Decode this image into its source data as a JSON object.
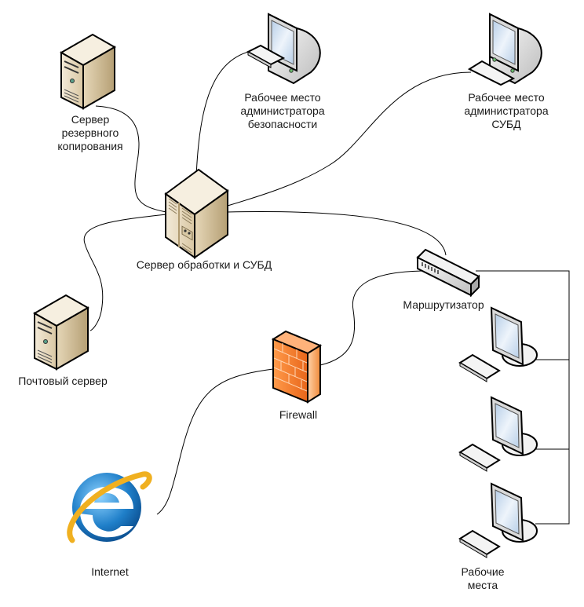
{
  "diagram": {
    "title": "",
    "nodes": [
      {
        "id": "backup_server",
        "type": "tower-server",
        "label": "Сервер\nрезервного\nкопирования"
      },
      {
        "id": "sec_admin_ws",
        "type": "crt-workstation",
        "label": "Рабочее место\nадминистратора\nбезопасности"
      },
      {
        "id": "db_admin_ws",
        "type": "crt-workstation",
        "label": "Рабочее место\nадминистратора\nСУБД"
      },
      {
        "id": "main_server",
        "type": "rack-server",
        "label": "Сервер обработки и СУБД"
      },
      {
        "id": "mail_server",
        "type": "tower-server",
        "label": "Почтовый сервер"
      },
      {
        "id": "router",
        "type": "router",
        "label": "Маршрутизатор"
      },
      {
        "id": "firewall",
        "type": "firewall",
        "label": "Firewall"
      },
      {
        "id": "internet",
        "type": "internet-explorer",
        "label": "Internet"
      },
      {
        "id": "workstations",
        "type": "lcd-workstation-group",
        "label": "Рабочие\nместа",
        "count": 3
      }
    ],
    "edges": [
      {
        "from": "backup_server",
        "to": "main_server"
      },
      {
        "from": "sec_admin_ws",
        "to": "main_server"
      },
      {
        "from": "db_admin_ws",
        "to": "main_server"
      },
      {
        "from": "mail_server",
        "to": "main_server"
      },
      {
        "from": "main_server",
        "to": "router"
      },
      {
        "from": "router",
        "to": "firewall"
      },
      {
        "from": "firewall",
        "to": "internet"
      },
      {
        "from": "router",
        "to": "workstations"
      }
    ],
    "colors": {
      "line": "#000000",
      "server_body": "#e8dcc4",
      "server_side": "#c8b48e",
      "firewall": "#f07a2a",
      "monitor_screen": "#cfe0f2",
      "ie_blue": "#1f7fc9",
      "ie_ring": "#f0b020"
    }
  }
}
